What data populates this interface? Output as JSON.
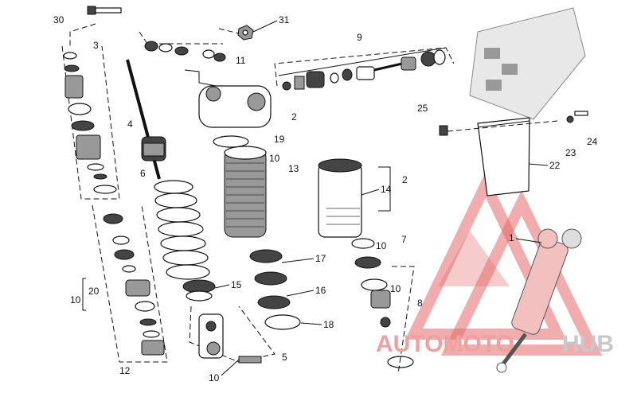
{
  "labels": {
    "l30": "30",
    "l31": "31",
    "l9": "9",
    "l3": "3",
    "l11": "11",
    "l2a": "2",
    "l25": "25",
    "l4": "4",
    "l19": "19",
    "l23": "23",
    "l24": "24",
    "l10a": "10",
    "l13": "13",
    "l22": "22",
    "l6": "6",
    "l14": "14",
    "l2b": "2",
    "l1": "1",
    "l7": "7",
    "l10b": "10",
    "l17": "17",
    "l20": "20",
    "l10c": "10",
    "l16": "16",
    "l10d": "10",
    "l15": "15",
    "l8": "8",
    "l18": "18",
    "l12": "12",
    "l5": "5",
    "l10e": "10"
  },
  "watermark": {
    "part1": "AUTOMOTO",
    "part2": "HUB",
    "color_primary": "#f0a0a0",
    "color_secondary": "#c8c8c8",
    "logo_color": "#e05050"
  }
}
